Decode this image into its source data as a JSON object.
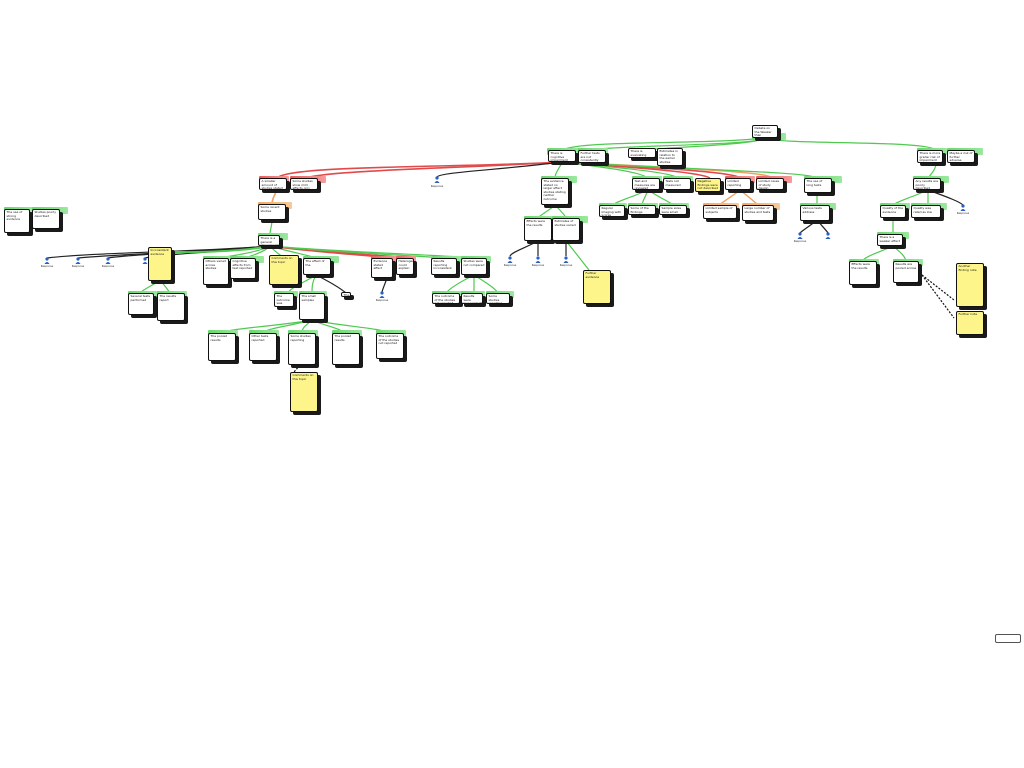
{
  "nodes": {
    "root": "Debate on the Weaker than Expected",
    "a1": "There is cognitive impairment",
    "a2": "Further tests are not consistently reported",
    "a3": "There is evaluating with other test",
    "a4": "Estimates in relation to the earlier studies",
    "b1": "There is more grader risk of impairment",
    "b2": "Maybe a risk of further adverse",
    "c1": "A smaller amount of studies stated an impact",
    "c2": "Some studies show mild effects only",
    "c3": "The evidence stated no larger effect studies stating neither outcome",
    "c4": "Test and measures are reviewed",
    "c5": "Tests not measured",
    "c6": "Negative findings were not described",
    "c7": "Limited reporting",
    "c8": "Limited cases of study design",
    "c9": "The use of long tests",
    "c10": "Any results are poorly described",
    "d1": "The use of strong evidence",
    "d2": "Studies poorly described",
    "d3": "Some recent studies",
    "d4": "Regular imaging with scores assessed",
    "d5": "Some of the findings",
    "d6": "Sample sizes were small",
    "d7": "Limited sample of subjects",
    "d8": "Large number of studies and tests",
    "d9": "Various tests address",
    "d10": "Quality of the evidence",
    "d11": "Quality was rated as low",
    "e1": "Effects were the results",
    "e2": "Estimates of studies varied",
    "e3": "There is a general impairment",
    "e4": "There is a weaker effect",
    "f1": "Others varied across studies",
    "f2": "Cognitive effects from test reported",
    "f3": "The effect of the",
    "f4": "Evidence stated effect",
    "f5": "Heterogeneity could explain",
    "f6": "Results reporting inconsistent",
    "f7": "Studies were not compared",
    "g1": "The outcomes in some tests not",
    "g2": "Results are pooled across",
    "g3": "Several tests performed",
    "g4": "The results report",
    "g5": "The outcome was",
    "g6": "The small samples",
    "h1": "The outcome of the studies not reported",
    "h2": "Results were inconsistent and were",
    "h3": "Some studies reporting",
    "h4": "The pooled results",
    "h5": "Other tests reported",
    "y1": "Inconsistent evidence",
    "y2": "Comments on this topic",
    "y3": "Further evidence",
    "y4": "Another finding note",
    "y5": "Further note"
  },
  "people": {
    "p1": "Response",
    "p2": "Response",
    "p3": "Response",
    "p4": "Response",
    "p5": "Response",
    "p6": "Response",
    "p7": "Response",
    "p8": "Response",
    "p9": "Response",
    "p10": "Response"
  },
  "colors": {
    "supports": "#4fc94f",
    "opposes": "#e14a4a",
    "rebuts": "#f0a060",
    "note": "#fdf58a"
  },
  "icons": {
    "person": "person-icon"
  }
}
